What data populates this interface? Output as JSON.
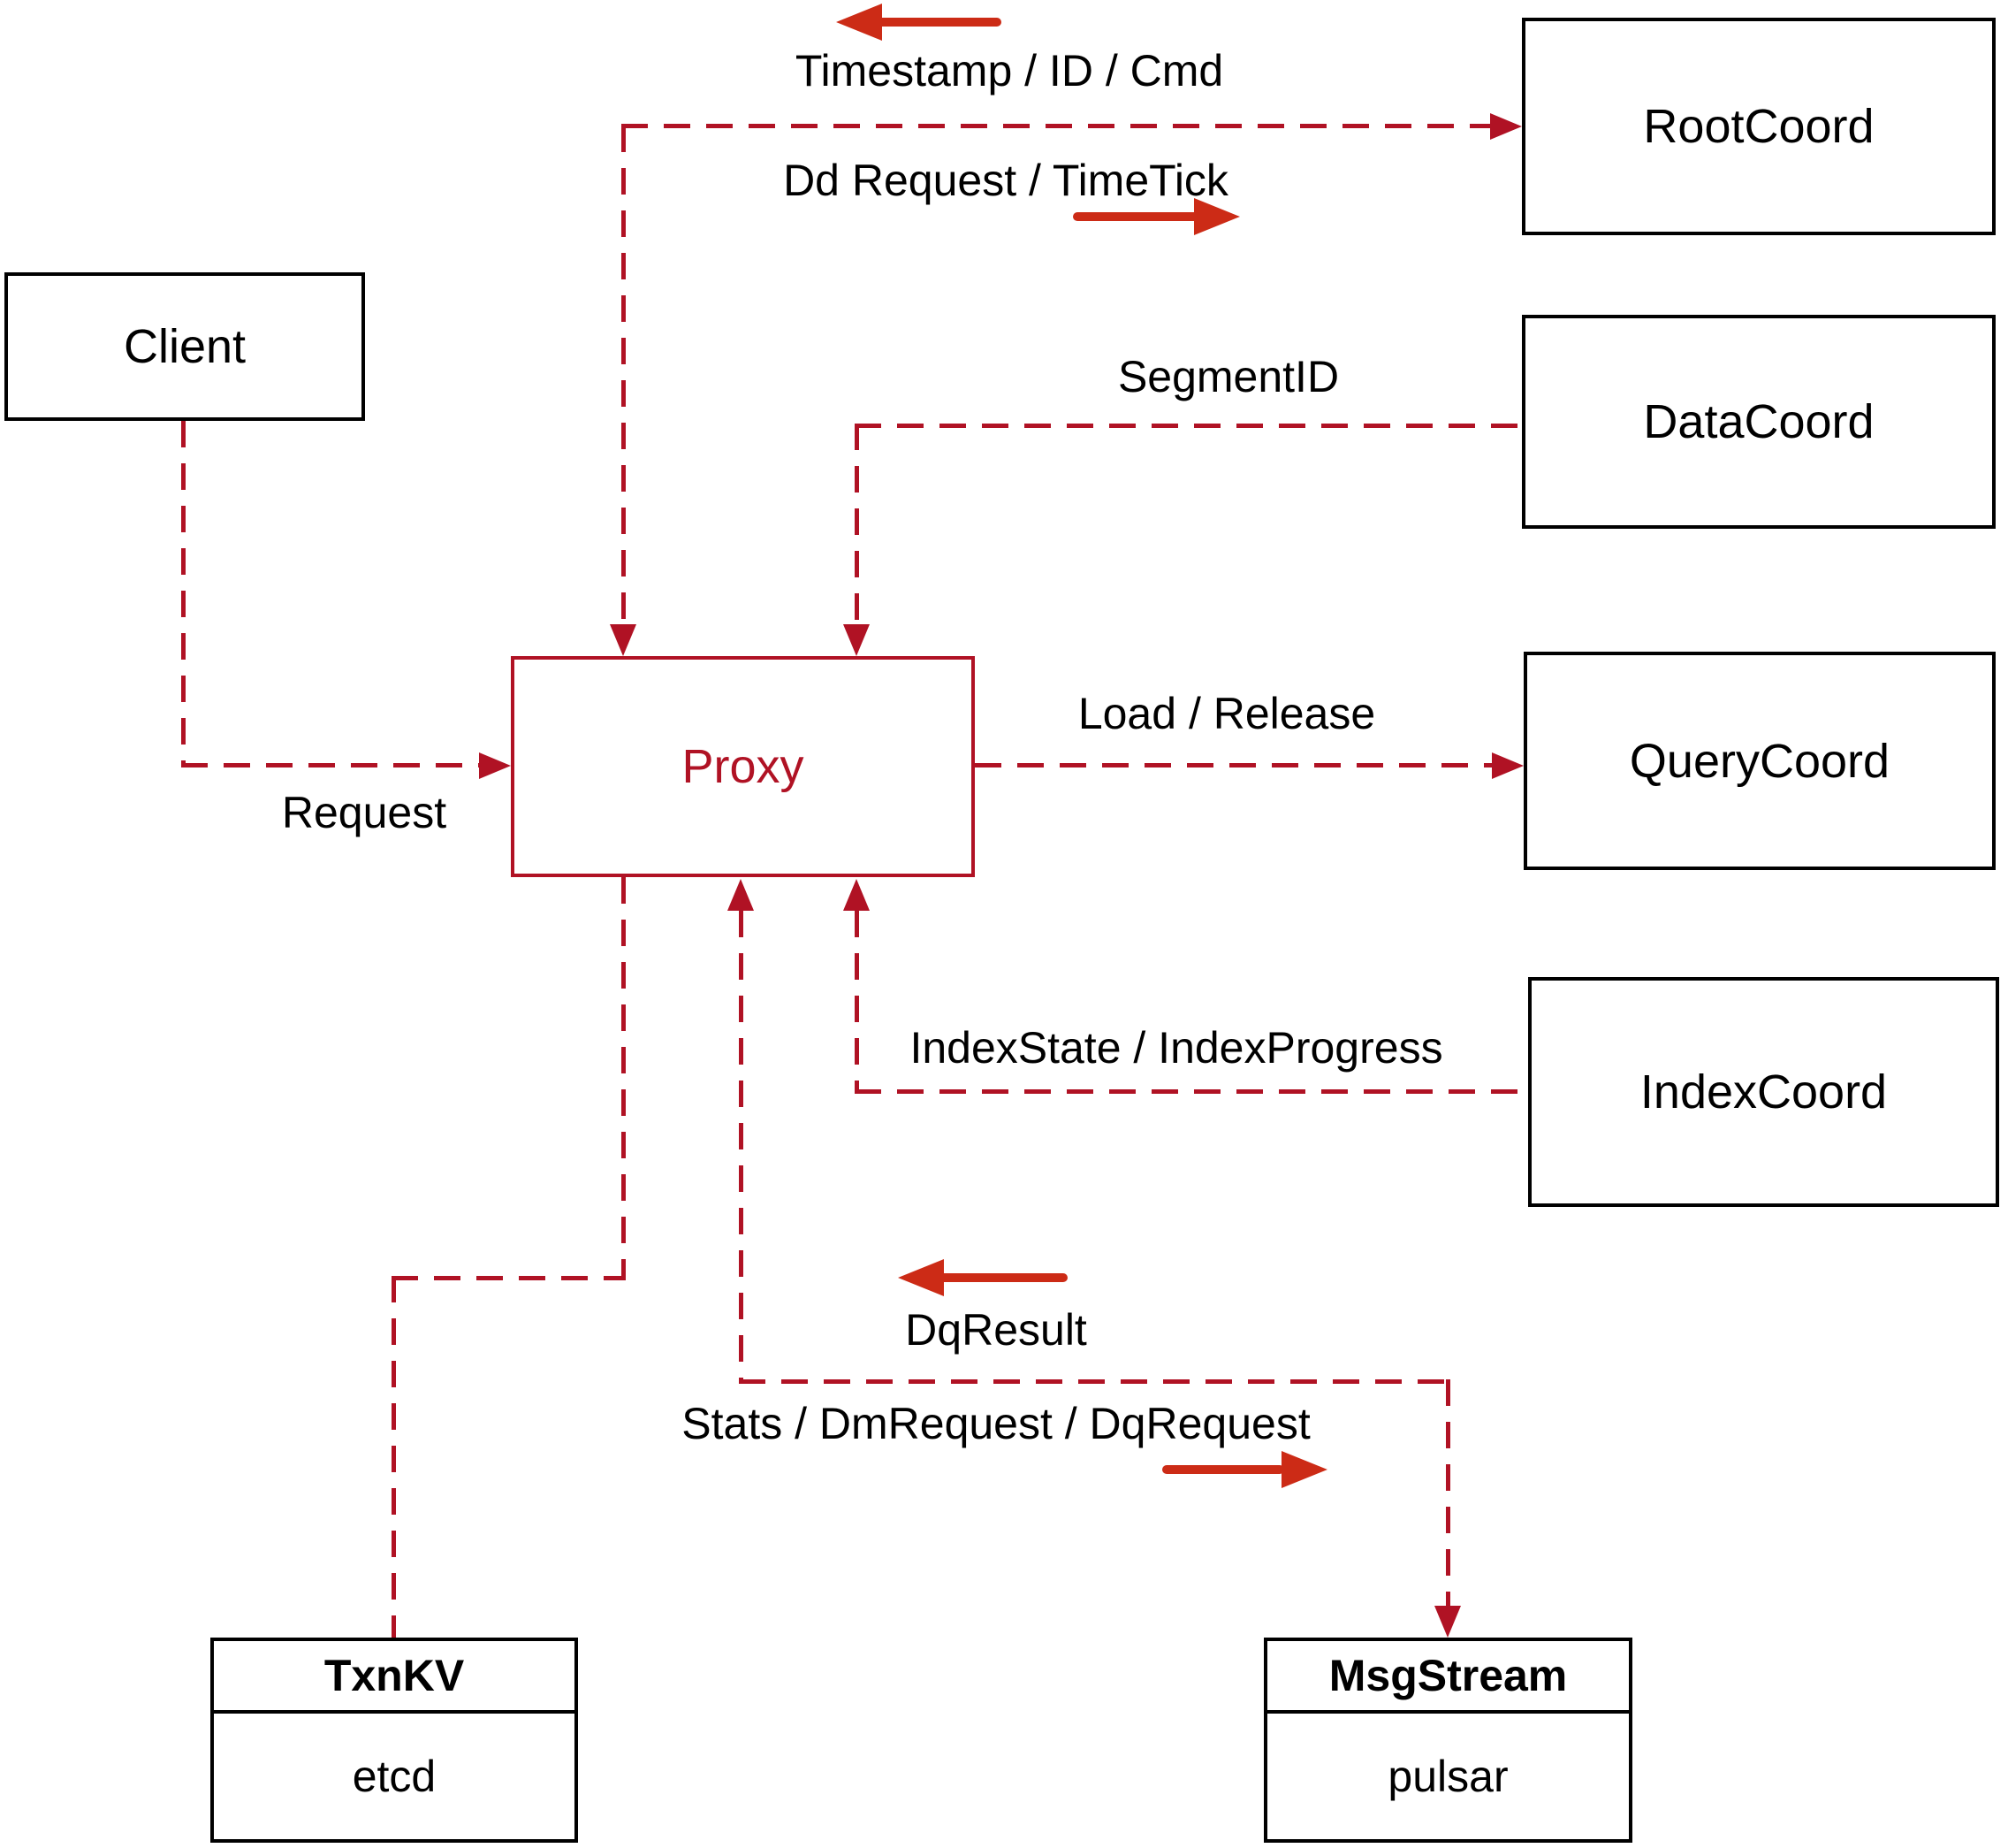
{
  "colors": {
    "connector": "#b01224",
    "arrow": "#cc2b16",
    "box_border": "#000000",
    "text": "#000000",
    "background": "#ffffff"
  },
  "nodes": {
    "client": {
      "label": "Client"
    },
    "proxy": {
      "label": "Proxy"
    },
    "rootcoord": {
      "label": "RootCoord"
    },
    "datacoord": {
      "label": "DataCoord"
    },
    "querycoord": {
      "label": "QueryCoord"
    },
    "indexcoord": {
      "label": "IndexCoord"
    },
    "txnkv": {
      "title": "TxnKV",
      "subtitle": "etcd"
    },
    "msgstream": {
      "title": "MsgStream",
      "subtitle": "pulsar"
    }
  },
  "edges": {
    "root_response": "Timestamp / ID / Cmd",
    "root_request": "Dd Request / TimeTick",
    "segment_id": "SegmentID",
    "load_release": "Load / Release",
    "index_state": "IndexState / IndexProgress",
    "client_request": "Request",
    "dq_result": "DqResult",
    "msg_request": "Stats / DmRequest / DqRequest"
  }
}
